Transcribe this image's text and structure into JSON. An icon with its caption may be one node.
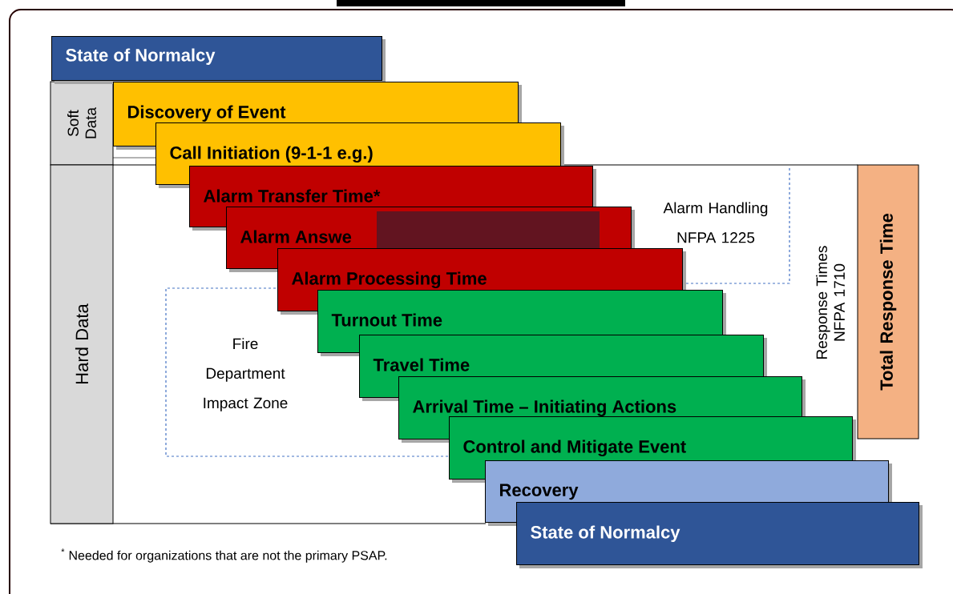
{
  "diagram": {
    "nodes": [
      {
        "text": [
          "State of Normalcy"
        ]
      },
      {
        "text": [
          "Soft Data"
        ]
      },
      {
        "text": [
          "Hard Data"
        ]
      },
      {
        "text": [
          "Discovery of Event"
        ]
      },
      {
        "text": [
          "Call Initiation (9-1-1 e.g.)"
        ]
      },
      {
        "text": [
          "Alarm Transfer Time*"
        ]
      },
      {
        "text": [
          "Alarm Answe"
        ]
      },
      {
        "text": [
          "Alarm Processing Time"
        ]
      },
      {
        "text": [
          "Turnout Time"
        ]
      },
      {
        "text": [
          "Travel Time"
        ]
      },
      {
        "text": [
          "Arrival Time – Initiating Actions"
        ]
      },
      {
        "text": [
          "Control and Mitigate Event"
        ]
      },
      {
        "text": [
          "Recovery"
        ]
      },
      {
        "text": [
          "State of Normalcy"
        ]
      },
      {
        "text": [
          "Alarm Handling NFPA 1225"
        ]
      },
      {
        "text": [
          "Fire Department Impact Zone"
        ]
      },
      {
        "text": [
          "Total Response Time"
        ]
      }
    ],
    "labels": [
      "Response Times NFPA 1710",
      "$^{*}$ Needed for organizations that are not the primary PSAP."
    ]
  }
}
